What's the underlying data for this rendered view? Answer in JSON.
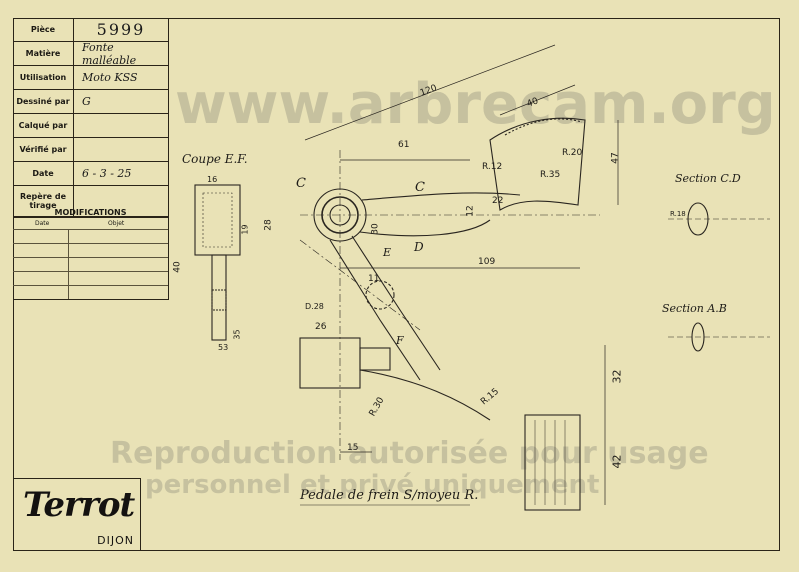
{
  "title_block": {
    "rows": [
      {
        "label": "Pièce",
        "value": "5999"
      },
      {
        "label": "Matière",
        "value": "Fonte malléable"
      },
      {
        "label": "Utilisation",
        "value": "Moto KSS"
      },
      {
        "label": "Dessiné par",
        "value": "G"
      },
      {
        "label": "Calqué par",
        "value": ""
      },
      {
        "label": "Vérifié par",
        "value": ""
      },
      {
        "label": "Date",
        "value": "6 - 3 - 25"
      },
      {
        "label": "Repère de tirage",
        "value": ""
      }
    ],
    "modifications_title": "MODIFICATIONS",
    "col_date": "Date",
    "col_objet": "Objet"
  },
  "logo": {
    "brand": "Terrot",
    "city": "DIJON"
  },
  "drawing": {
    "caption": "Pedale de frein S/moyeu R.",
    "section_ef": "Coupe E.F.",
    "section_cd": "Section C.D",
    "section_ab": "Section A.B",
    "letters": [
      "C",
      "C",
      "D",
      "E",
      "F"
    ],
    "dims": [
      "120",
      "61",
      "40",
      "47",
      "109",
      "32",
      "42",
      "15",
      "26",
      "28",
      "30",
      "R.20",
      "R.35",
      "R.12",
      "R.18",
      "R.30",
      "R.15",
      "D.28",
      "16",
      "19",
      "35",
      "53",
      "40",
      "22",
      "12",
      "11"
    ]
  },
  "watermark": {
    "line1": "www.arbrecam.org",
    "line2": "Reproduction autorisée pour usage",
    "line3": "personnel et privé uniquement"
  }
}
